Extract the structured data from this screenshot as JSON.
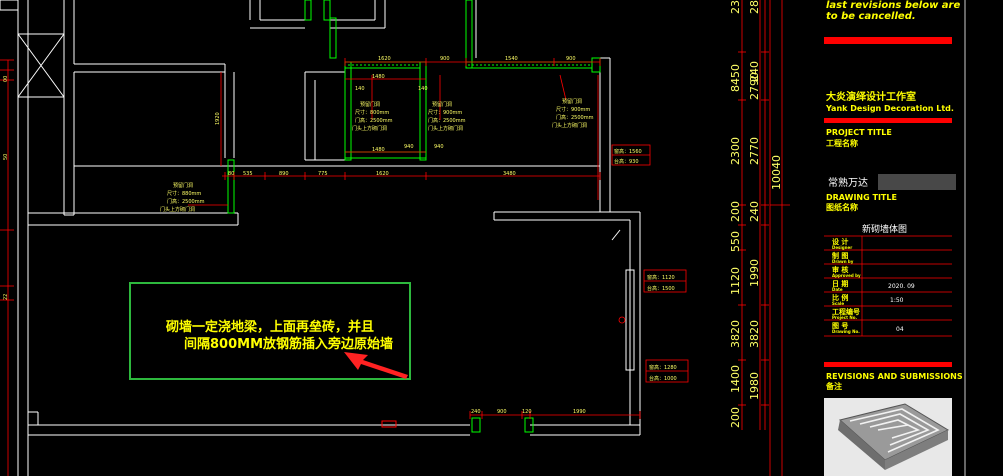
{
  "header_note": {
    "line1": "last revisions below are",
    "line2": "to be cancelled."
  },
  "company": {
    "name_cn": "大炎演绎设计工作室",
    "name_en": "Yank Design Decoration Ltd."
  },
  "project_title": {
    "label_en": "PROJECT TITLE",
    "label_cn": "工程名称",
    "value": "常熟万达"
  },
  "drawing_title": {
    "label_en": "DRAWING TITLE",
    "label_cn": "图纸名称",
    "value": "新砌墙体图"
  },
  "info_rows": [
    {
      "cn": "设 计",
      "en": "Designer",
      "value": ""
    },
    {
      "cn": "制 图",
      "en": "Drawn by",
      "value": ""
    },
    {
      "cn": "审 核",
      "en": "Approved by",
      "value": ""
    },
    {
      "cn": "日 期",
      "en": "Date",
      "value": "2020. 09"
    },
    {
      "cn": "比 例",
      "en": "Scale",
      "value": "1:50"
    },
    {
      "cn": "工程编号",
      "en": "Project No.",
      "value": ""
    },
    {
      "cn": "图 号",
      "en": "Drawing No.",
      "value": "04"
    }
  ],
  "revisions": {
    "label_en": "REVISIONS AND SUBMISSIONS",
    "label_cn": "备注"
  },
  "annotation": {
    "line1": "砌墙一定浇地梁，上面再垒砖，并且",
    "line2": "间隔800MM放钢筋插入旁边原始墙"
  },
  "plan_dims": {
    "top": [
      "1620",
      "900",
      "1540",
      "900"
    ],
    "mid_a": "1480",
    "mid_b": "1480",
    "row": [
      "80",
      "535",
      "890",
      "775",
      "1620",
      "3480"
    ],
    "bottom": [
      "240",
      "900",
      "120",
      "1990"
    ],
    "left_vertical": "1920",
    "door_small": [
      "140",
      "140",
      "940",
      "940"
    ]
  },
  "door_notes": [
    {
      "l1": "预留门洞",
      "l2": "尺寸：800mm",
      "l3": "门高：2500mm",
      "l4": "门头上方砌门洞"
    },
    {
      "l1": "预留门洞",
      "l2": "尺寸：900mm",
      "l3": "门高：2500mm",
      "l4": "门头上方砌门洞"
    },
    {
      "l1": "预留门洞",
      "l2": "尺寸：900mm",
      "l3": "门高：2500mm",
      "l4": "门头上方砌门洞"
    },
    {
      "l1": "预留门洞",
      "l2": "尺寸：880mm",
      "l3": "门高：2500mm",
      "l4": "门头上方砌门洞"
    }
  ],
  "window_tags": [
    {
      "a": "窗高：1560",
      "b": "台高：930"
    },
    {
      "a": "窗高：1120",
      "b": "台高：1500"
    },
    {
      "a": "窗高：1280",
      "b": "台高：1000"
    }
  ],
  "left_edge_labels": [
    "00",
    "50",
    "22"
  ],
  "vertical_dims_inner": [
    "23",
    "8450",
    "2300",
    "200",
    "550",
    "1120",
    "3820",
    "1400",
    "200"
  ],
  "vertical_dims_outer": [
    "28",
    "240",
    "2790",
    "2770",
    "240",
    "1990",
    "3820",
    "1980"
  ],
  "total_height": "10040"
}
